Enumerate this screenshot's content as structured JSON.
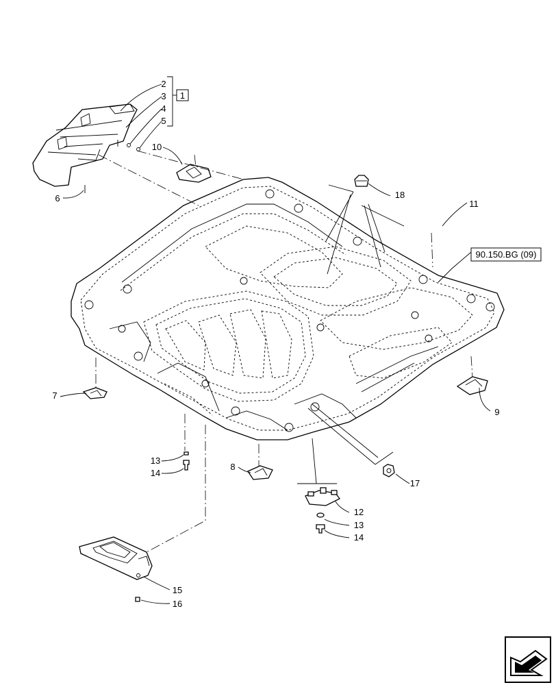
{
  "callouts": {
    "c1": "1",
    "c2": "2",
    "c3": "3",
    "c4": "4",
    "c5": "5",
    "c6": "6",
    "c7": "7",
    "c8": "8",
    "c9": "9",
    "c10": "10",
    "c11": "11",
    "c12": "12",
    "c13a": "13",
    "c13b": "13",
    "c14a": "14",
    "c14b": "14",
    "c15": "15",
    "c16": "16",
    "c17": "17",
    "c18": "18"
  },
  "reference": {
    "label": "90.150.BG (09)"
  },
  "icons": {
    "navigation": "next-page-arrow-icon"
  }
}
